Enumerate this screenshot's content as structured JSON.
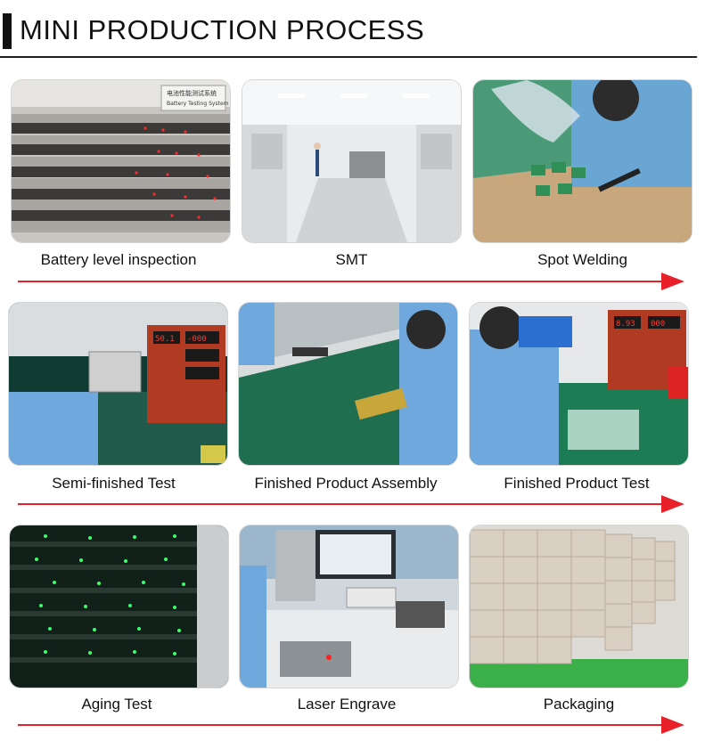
{
  "header": {
    "title": "MINI PRODUCTION PROCESS"
  },
  "steps": [
    {
      "label": "Battery level inspection"
    },
    {
      "label": "SMT"
    },
    {
      "label": "Spot Welding"
    },
    {
      "label": "Semi-finished Test"
    },
    {
      "label": "Finished Product Assembly"
    },
    {
      "label": "Finished Product Test"
    },
    {
      "label": "Aging Test"
    },
    {
      "label": "Laser Engrave"
    },
    {
      "label": "Packaging"
    }
  ],
  "photo_text": {
    "battery_sign_cn": "电池性能测试系统",
    "battery_sign_en": "Battery Testing System",
    "meter_1": "50.1",
    "meter_2": "-000",
    "meter_3": "8.93",
    "meter_4": "000"
  },
  "colors": {
    "arrow": "#e8202a",
    "header_bar": "#111111"
  }
}
